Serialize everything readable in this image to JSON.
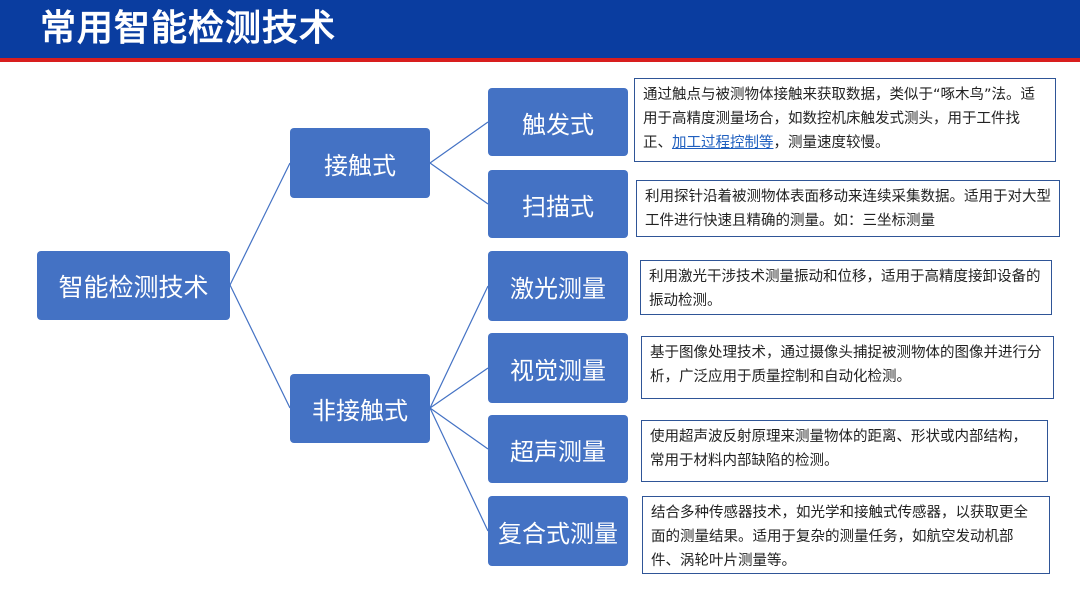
{
  "header": {
    "title": "常用智能检测技术"
  },
  "tree": {
    "root": "智能检测技术",
    "branches": [
      {
        "label": "接触式",
        "children": [
          {
            "label": "触发式",
            "desc_before": "通过触点与被测物体接触来获取数据，类似于“啄木鸟”法。适用于高精度测量场合，如数控机床触发式测头，用于工件找正、",
            "desc_link": "加工过程控制等",
            "desc_after": "，测量速度较慢。"
          },
          {
            "label": "扫描式",
            "desc": "利用探针沿着被测物体表面移动来连续采集数据。适用于对大型工件进行快速且精确的测量。如：三坐标测量"
          }
        ]
      },
      {
        "label": "非接触式",
        "children": [
          {
            "label": "激光测量",
            "desc": "利用激光干涉技术测量振动和位移，适用于高精度接卸设备的振动检测。"
          },
          {
            "label": "视觉测量",
            "desc": "基于图像处理技术，通过摄像头捕捉被测物体的图像并进行分析，广泛应用于质量控制和自动化检测。"
          },
          {
            "label": "超声测量",
            "desc": "使用超声波反射原理来测量物体的距离、形状或内部结构，常用于材料内部缺陷的检测。"
          },
          {
            "label": "复合式测量",
            "desc": "结合多种传感器技术，如光学和接触式传感器，以获取更全面的测量结果。适用于复杂的测量任务，如航空发动机部件、涡轮叶片测量等。"
          }
        ]
      }
    ]
  },
  "colors": {
    "header_bg": "#0a3da0",
    "header_accent": "#d81e1e",
    "node_fill": "#4472c4",
    "connector": "#4472c4",
    "desc_border": "#2f5597",
    "link": "#1f5fbf"
  }
}
